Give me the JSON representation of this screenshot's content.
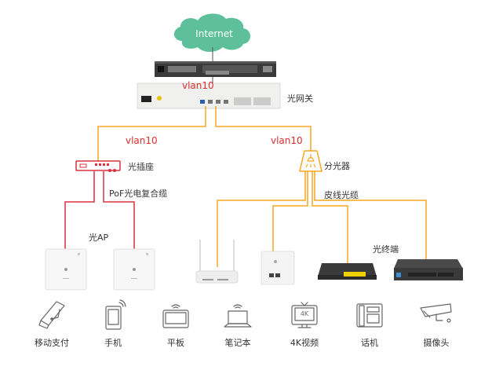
{
  "cloud": {
    "label": "Internet"
  },
  "labels": {
    "gateway": "光网关",
    "vlan_top": "vlan10",
    "vlan_left": "vlan10",
    "vlan_right": "vlan10",
    "optical_socket": "光插座",
    "pof_cable": "PoF光电复合缆",
    "splitter": "分光器",
    "drop_cable": "皮线光缆",
    "optical_ap": "光AP",
    "optical_terminal": "光终端"
  },
  "colors": {
    "cloud": "#5dbf9c",
    "orange_line": "#f5a623",
    "red_line": "#d9303e",
    "vlan_text": "#d9302e"
  },
  "endpoints": [
    {
      "icon": "pos-terminal-icon",
      "label": "移动支付"
    },
    {
      "icon": "phone-icon",
      "label": "手机"
    },
    {
      "icon": "tablet-icon",
      "label": "平板"
    },
    {
      "icon": "laptop-icon",
      "label": "笔记本"
    },
    {
      "icon": "tv-4k-icon",
      "label": "4K视频",
      "badge": "4K"
    },
    {
      "icon": "desk-phone-icon",
      "label": "话机"
    },
    {
      "icon": "camera-icon",
      "label": "摄像头"
    }
  ]
}
